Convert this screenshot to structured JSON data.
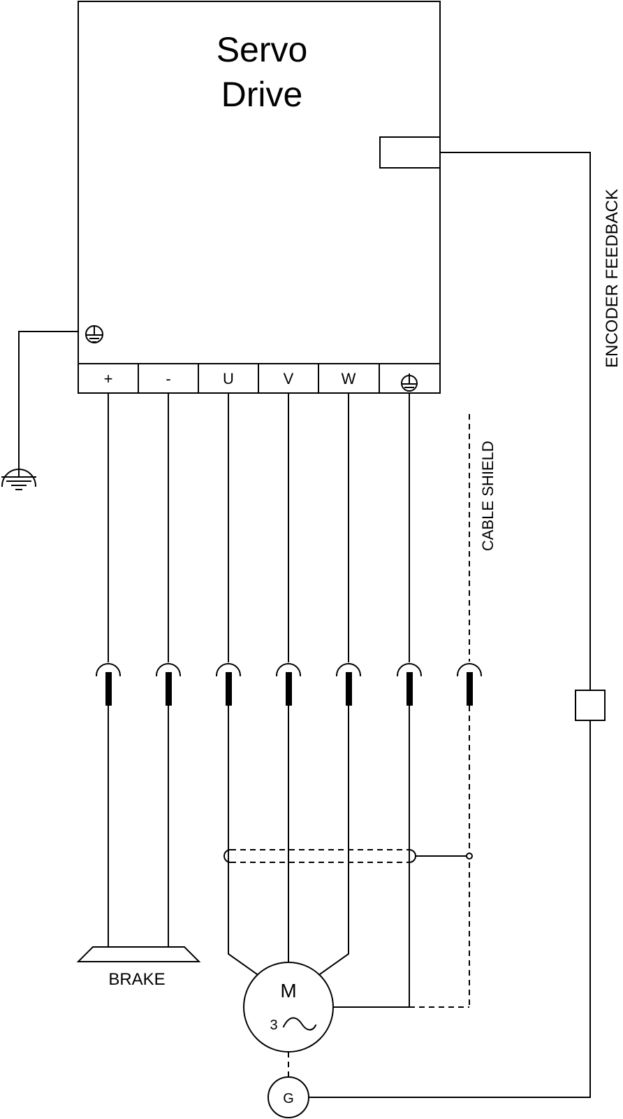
{
  "drive": {
    "title_line1": "Servo",
    "title_line2": "Drive"
  },
  "terminals": [
    {
      "id": "plus",
      "label": "+"
    },
    {
      "id": "minus",
      "label": "-"
    },
    {
      "id": "u",
      "label": "U"
    },
    {
      "id": "v",
      "label": "V"
    },
    {
      "id": "w",
      "label": "W"
    },
    {
      "id": "pe",
      "label": "",
      "icon": "ground-icon"
    }
  ],
  "labels": {
    "encoder_feedback": "ENCODER FEEDBACK",
    "cable_shield": "CABLE SHIELD",
    "brake": "BRAKE",
    "motor": "M",
    "motor_phases": "3",
    "generator": "G"
  },
  "colors": {
    "line": "#000000",
    "background": "#ffffff"
  }
}
